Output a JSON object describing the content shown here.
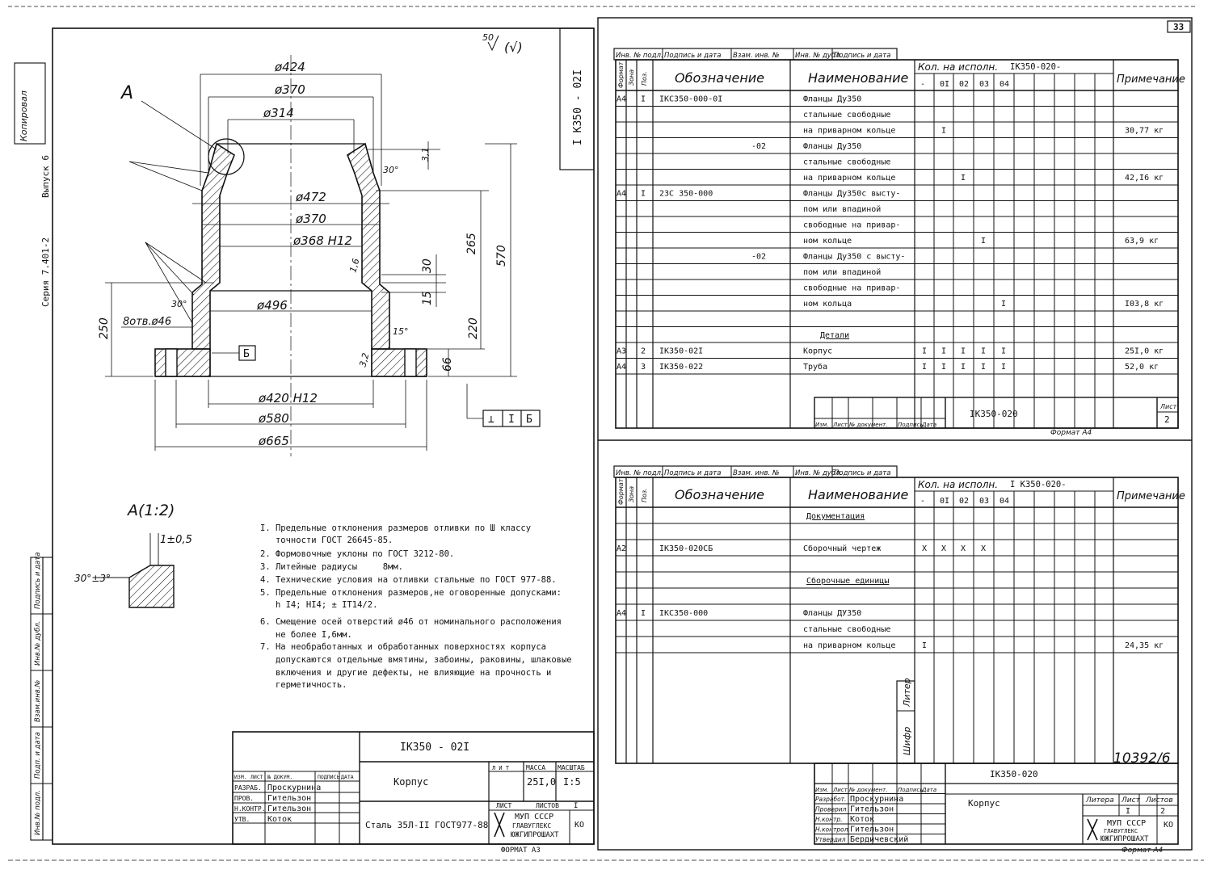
{
  "sheet_number": "33",
  "album_code": "Серия 7.401-2",
  "album_issue": "Выпуск 6",
  "corner_stamp": "Копировал",
  "drawing": {
    "rotated_code": "I K350 - 02I",
    "view_label": "A",
    "detail_label": "A(1:2)",
    "roughness": "50",
    "roughness_paren": "(√)",
    "dims": {
      "d424": "ø424",
      "d370a": "ø370",
      "d314": "ø314",
      "d472": "ø472",
      "d370b": "ø370",
      "d368": "ø368 H12",
      "d496": "ø496",
      "d420": "ø420 H12",
      "d580": "ø580",
      "d665": "ø665",
      "h265": "265",
      "h570": "570",
      "h30": "30",
      "h15": "15",
      "h220": "220",
      "h66": "66",
      "h250": "250",
      "holes": "8отв.ø46",
      "a30": "30°",
      "a15": "15°",
      "a30b": "30°",
      "r31": "3,1",
      "r16": "1,6",
      "r32": "3,2"
    },
    "datum": "Б",
    "tolerance_frame": [
      "⊥",
      "I",
      "Б"
    ],
    "detail_dims": {
      "t": "1±0,5",
      "ang": "30°±3°"
    }
  },
  "notes": [
    "I. Предельные отклонения размеров отливки по Ш классу",
    "   точности ГОСТ 26645-85.",
    "2. Формовочные уклоны по ГОСТ 3212-80.",
    "3. Литейные радиусы     8мм.",
    "4. Технические условия на отливки стальные по ГОСТ 977-88.",
    "5. Предельные отклонения размеров,не оговоренные допусками:",
    "   h I4; HI4; ± IT14/2.",
    "6. Смещение осей отверстий ø46 от номинального расположения",
    "   не более I,6мм.",
    "7. На необработанных и обработанных поверхностях корпуса",
    "   допускаются отдельные вмятины, забоины, раковины, шлаковые",
    "   включения и другие дефекты, не влияющие на прочность и",
    "   герметичность."
  ],
  "left_stamp_vertical": [
    "Инв.№ подл.",
    "Подп. и дата",
    "Взам.инв.№",
    "Инв.№ дубл.",
    "Подпись и дата"
  ],
  "title_block_left": {
    "code": "IK350 - 02I",
    "name": "Корпус",
    "mass_label": "МАССА",
    "scale_label": "МАСШТАБ",
    "lit_label": "Л И Т",
    "mass": "25I,0",
    "scale": "I:5",
    "sheet_label": "ЛИСТ",
    "sheets_label": "ЛИСТОВ",
    "sheets": "I",
    "material": "Сталь 35Л-II ГОСТ977-88",
    "org": [
      "МУП СССР",
      "ГЛАВУГЛЕКС",
      "ЮЖГИПРОШАХТ"
    ],
    "org_code": "КО",
    "format": "ФОРМАТ  А3",
    "head": [
      "ИЗМ.",
      "ЛИСТ",
      "№ ДОКУМ.",
      "ПОДПИСЬ",
      "ДАТА"
    ],
    "roles": [
      {
        "role": "РАЗРАБ.",
        "name": "Проскурнина"
      },
      {
        "role": "ПРОВ.",
        "name": "Гительзон"
      },
      {
        "role": "Н.КОНТР.",
        "name": "Гительзон"
      },
      {
        "role": "УТВ.",
        "name": "Коток"
      }
    ]
  },
  "spec_top": {
    "stamp": [
      "Инв. № подл.",
      "Подпись и дата",
      "Взам. инв. №",
      "Инв. № дубл.",
      "Подпись и дата"
    ],
    "head": {
      "format": "Формат",
      "zone": "Зона",
      "pos": "Поз.",
      "designation": "Обозначение",
      "name": "Наименование",
      "qty": "Кол. на исполн.",
      "variant": "IK350-020-",
      "variants": [
        "-",
        "0I",
        "02",
        "03",
        "04"
      ],
      "note": "Примечание"
    },
    "rows": [
      {
        "fmt": "A4",
        "pos": "I",
        "des": "IKC350-000-0I",
        "name": "Фланцы Ду350",
        "marks": [
          "",
          "",
          "",
          "",
          ""
        ],
        "note": ""
      },
      {
        "fmt": "",
        "pos": "",
        "des": "",
        "name": "стальные свободные",
        "marks": [
          "",
          "",
          "",
          "",
          ""
        ],
        "note": ""
      },
      {
        "fmt": "",
        "pos": "",
        "des": "",
        "name": "на приварном кольце",
        "marks": [
          "",
          "I",
          "",
          "",
          ""
        ],
        "note": "30,77 кг"
      },
      {
        "fmt": "",
        "pos": "",
        "des": "-02",
        "name": "Фланцы Ду350",
        "marks": [
          "",
          "",
          "",
          "",
          ""
        ],
        "note": ""
      },
      {
        "fmt": "",
        "pos": "",
        "des": "",
        "name": "стальные свободные",
        "marks": [
          "",
          "",
          "",
          "",
          ""
        ],
        "note": ""
      },
      {
        "fmt": "",
        "pos": "",
        "des": "",
        "name": "на приварном кольце",
        "marks": [
          "",
          "",
          "I",
          "",
          ""
        ],
        "note": "42,I6 кг"
      },
      {
        "fmt": "A4",
        "pos": "I",
        "des": "2ЗС 350-000",
        "name": "Фланцы Ду350с высту-",
        "marks": [
          "",
          "",
          "",
          "",
          ""
        ],
        "note": ""
      },
      {
        "fmt": "",
        "pos": "",
        "des": "",
        "name": "пом или впадиной",
        "marks": [
          "",
          "",
          "",
          "",
          ""
        ],
        "note": ""
      },
      {
        "fmt": "",
        "pos": "",
        "des": "",
        "name": "свободные на привар-",
        "marks": [
          "",
          "",
          "",
          "",
          ""
        ],
        "note": ""
      },
      {
        "fmt": "",
        "pos": "",
        "des": "",
        "name": "ном  кольце",
        "marks": [
          "",
          "",
          "",
          "I",
          ""
        ],
        "note": "63,9 кг"
      },
      {
        "fmt": "",
        "pos": "",
        "des": "-02",
        "name": "Фланцы Ду350 с высту-",
        "marks": [
          "",
          "",
          "",
          "",
          ""
        ],
        "note": ""
      },
      {
        "fmt": "",
        "pos": "",
        "des": "",
        "name": "пом  или впадиной",
        "marks": [
          "",
          "",
          "",
          "",
          ""
        ],
        "note": ""
      },
      {
        "fmt": "",
        "pos": "",
        "des": "",
        "name": "свободные на привар-",
        "marks": [
          "",
          "",
          "",
          "",
          ""
        ],
        "note": ""
      },
      {
        "fmt": "",
        "pos": "",
        "des": "",
        "name": "ном кольца",
        "marks": [
          "",
          "",
          "",
          "",
          "I"
        ],
        "note": "I03,8 кг"
      },
      {
        "fmt": "",
        "pos": "",
        "des": "",
        "name": "",
        "marks": [
          "",
          "",
          "",
          "",
          ""
        ],
        "note": ""
      },
      {
        "fmt": "",
        "pos": "",
        "des": "",
        "name": "Детали",
        "marks": [
          "",
          "",
          "",
          "",
          ""
        ],
        "note": ""
      },
      {
        "fmt": "A3",
        "pos": "2",
        "des": "IK350-02I",
        "name": "Корпус",
        "marks": [
          "I",
          "I",
          "I",
          "I",
          "I"
        ],
        "note": "25I,0 кг"
      },
      {
        "fmt": "A4",
        "pos": "3",
        "des": "IK350-022",
        "name": "Труба",
        "marks": [
          "I",
          "I",
          "I",
          "I",
          "I"
        ],
        "note": "52,0 кг"
      }
    ],
    "footer_code": "IK350-020",
    "footer_head": [
      "Изм.",
      "Лист",
      "№ документ.",
      "Подпись",
      "Дата"
    ],
    "sheet_label": "Лист",
    "sheet": "2",
    "format": "Формат А4"
  },
  "spec_bottom": {
    "stamp": [
      "Инв. № подл.",
      "Подпись и дата",
      "Взам. инв. №",
      "Инв. № дубл.",
      "Подпись и дата"
    ],
    "head": {
      "format": "Формат",
      "zone": "Зона",
      "pos": "Поз.",
      "designation": "Обозначение",
      "name": "Наименование",
      "qty": "Кол. на исполн.",
      "variant": "I K350-020-",
      "variants": [
        "-",
        "0I",
        "02",
        "03",
        "04"
      ],
      "note": "Примечание"
    },
    "rows": [
      {
        "fmt": "",
        "pos": "",
        "des": "",
        "name": "Документация",
        "marks": [
          "",
          "",
          "",
          "",
          ""
        ],
        "note": ""
      },
      {
        "fmt": "",
        "pos": "",
        "des": "",
        "name": "",
        "marks": [
          "",
          "",
          "",
          "",
          ""
        ],
        "note": ""
      },
      {
        "fmt": "A2",
        "pos": "",
        "des": "IK350-020СБ",
        "name": "Сборочный чертеж",
        "marks": [
          "X",
          "X",
          "X",
          "X",
          ""
        ],
        "note": ""
      },
      {
        "fmt": "",
        "pos": "",
        "des": "",
        "name": "",
        "marks": [
          "",
          "",
          "",
          "",
          ""
        ],
        "note": ""
      },
      {
        "fmt": "",
        "pos": "",
        "des": "",
        "name": "Сборочные единицы",
        "marks": [
          "",
          "",
          "",
          "",
          ""
        ],
        "note": ""
      },
      {
        "fmt": "",
        "pos": "",
        "des": "",
        "name": "",
        "marks": [
          "",
          "",
          "",
          "",
          ""
        ],
        "note": ""
      },
      {
        "fmt": "A4",
        "pos": "I",
        "des": "IKC350-000",
        "name": "Фланцы ДУ350",
        "marks": [
          "",
          "",
          "",
          "",
          ""
        ],
        "note": ""
      },
      {
        "fmt": "",
        "pos": "",
        "des": "",
        "name": "стальные свободные",
        "marks": [
          "",
          "",
          "",
          "",
          ""
        ],
        "note": ""
      },
      {
        "fmt": "",
        "pos": "",
        "des": "",
        "name": "на приварном кольце",
        "marks": [
          "I",
          "",
          "",
          "",
          ""
        ],
        "note": "24,35 кг"
      }
    ],
    "side_labels": [
      "Шифр",
      "Литер"
    ],
    "handwritten": "10392/6",
    "tb": {
      "code": "IK350-020",
      "name": "Корпус",
      "head": [
        "Изм.",
        "Лист",
        "№ документ.",
        "Подпись",
        "Дата"
      ],
      "roles": [
        {
          "role": "Разработ.",
          "name": "Проскурнина"
        },
        {
          "role": "Проверил",
          "name": "Гительзон"
        },
        {
          "role": "Н.контр.",
          "name": "Коток"
        },
        {
          "role": "Н.контрол.",
          "name": "Гительзон"
        },
        {
          "role": "Утвердил",
          "name": "Бердичевский"
        }
      ],
      "lit_label": "Литера",
      "sheet_label": "Лист",
      "sheets_label": "Листов",
      "sheet": "I",
      "sheets": "2",
      "org": [
        "МУП СССР",
        "ГЛАВУГЛЕКС",
        "ЮЖГИПРОШАХТ"
      ],
      "org_code": "КО",
      "format": "Формат А4"
    }
  }
}
